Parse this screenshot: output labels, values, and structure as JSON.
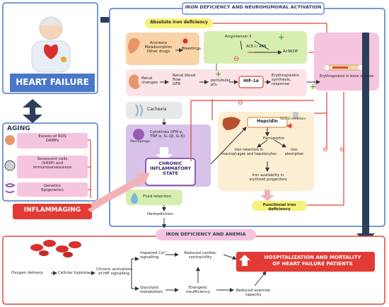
{
  "left": {
    "heart_failure": "HEART FAILURE",
    "aging": "AGING",
    "aging_items": [
      "Excess of ROS\nDAMPs",
      "Senescent cells\n(SASP) and\nimmunosenescence",
      "Genetics\nEpigenetics"
    ],
    "inflammaging": "INFLAMMAGING"
  },
  "main": {
    "title": "IRON DEFICIENCY AND NEUROHUMORAL ACTIVATION",
    "absolute_iron_deficiency": "Absolute iron deficiency",
    "gi_causes": "Anorexia\nMalabsorption\nOther drugs",
    "bleedings": "Bleedings",
    "angiotensin": "Angiotensin II",
    "acei_arb": "ACE-I / ARB",
    "acsdkp": "AcSKDP",
    "renal_changes": "Renal\nchanges",
    "renal_flow": "Renal blood\nflow\nGFR",
    "peritubular": "peritubular\npO₂",
    "hif": "HIF-1α",
    "epo": "Erythropoietin\nsynthesis,\nresponse",
    "erythropoiesis": "Erythropoiesis in bone marrow",
    "cachexia": "Cachexia",
    "macrophage": "Macrophage",
    "cytokines": "Cytokines (IFN-γ,\nTNF-α, IL-1β, IL-6)",
    "chronic_inflammatory": "CHRONIC\nINFLAMMATORY\nSTATE",
    "hepcidin": "Hepcidin",
    "sglt2": "SGLT2 inhibitors",
    "ferroportin": "Ferroportin",
    "iron_retention": "Iron retention in\nmacrophages and hepatocytes",
    "iron_absorption": "Iron\nabsorption",
    "iron_availability": "Iron availability in\nerythroid progenitors",
    "functional_iron_deficiency": "Functional iron deficiency",
    "fluid_retention": "Fluid retention",
    "hemodilution": "Hemodilution"
  },
  "bottom": {
    "title": "IRON DEFICIENCY AND ANEMIA",
    "oxygen_delivery": "Oxygen delivery",
    "cellular_hypoxia": "Cellular hypoxia",
    "hif_activation": "Chronic activation\nof HIF signalling",
    "impaired_ca": "Impaired Ca²⁺\nsignalling",
    "glycolytic": "Glycolytic\nmetabolism",
    "reduced_contractility": "Reduced cardiac\ncontractility",
    "energetic": "Energetic\ninsufficiency",
    "reduced_exercise": "Reduced exercise\ncapacity",
    "hospitalization": "HOSPITALIZATION AND MORTALITY\nOF HEART FAILURE PATIENTS"
  },
  "colors": {
    "navy": "#2d3e5a",
    "blue_border": "#4a78c8",
    "red_border": "#e0463a",
    "pink_box": "#f5c4de",
    "green_box": "#d8eeb0",
    "orange_box": "#fbd3a8",
    "purple_box": "#d7c2ea",
    "cream_box": "#fbeed3",
    "yellow_label": "#f8f27a",
    "red_banner": "#e23b35"
  }
}
